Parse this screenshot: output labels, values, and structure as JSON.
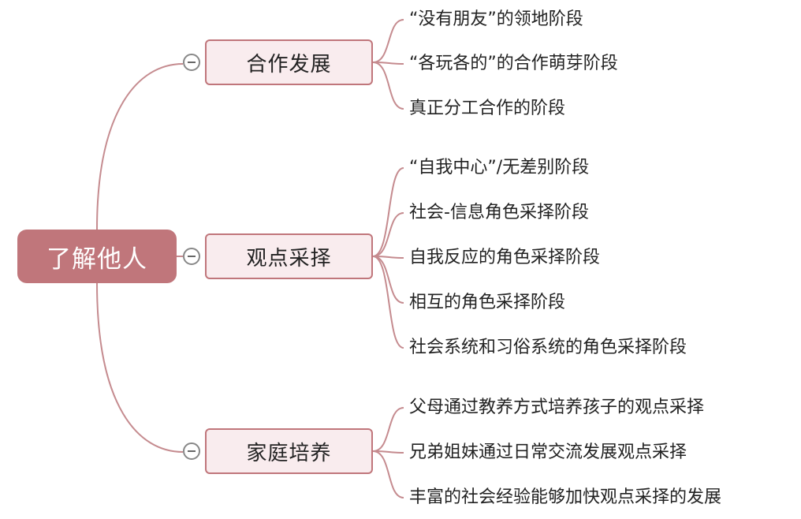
{
  "root": {
    "label": "了解他人"
  },
  "branches": [
    {
      "label": "合作发展",
      "children": [
        "“没有朋友”的领地阶段",
        "“各玩各的”的合作萌芽阶段",
        "真正分工合作的阶段"
      ]
    },
    {
      "label": "观点采择",
      "children": [
        "“自我中心”/无差别阶段",
        "社会-信息角色采择阶段",
        "自我反应的角色采择阶段",
        "相互的角色采择阶段",
        "社会系统和习俗系统的角色采择阶段"
      ]
    },
    {
      "label": "家庭培养",
      "children": [
        "父母通过教养方式培养孩子的观点采择",
        "兄弟姐妹通过日常交流发展观点采择",
        "丰富的社会经验能够加快观点采择的发展"
      ]
    }
  ],
  "colors": {
    "accent": "#c0767b",
    "branch_fill": "#f9ecee",
    "line": "#c58b8f"
  }
}
